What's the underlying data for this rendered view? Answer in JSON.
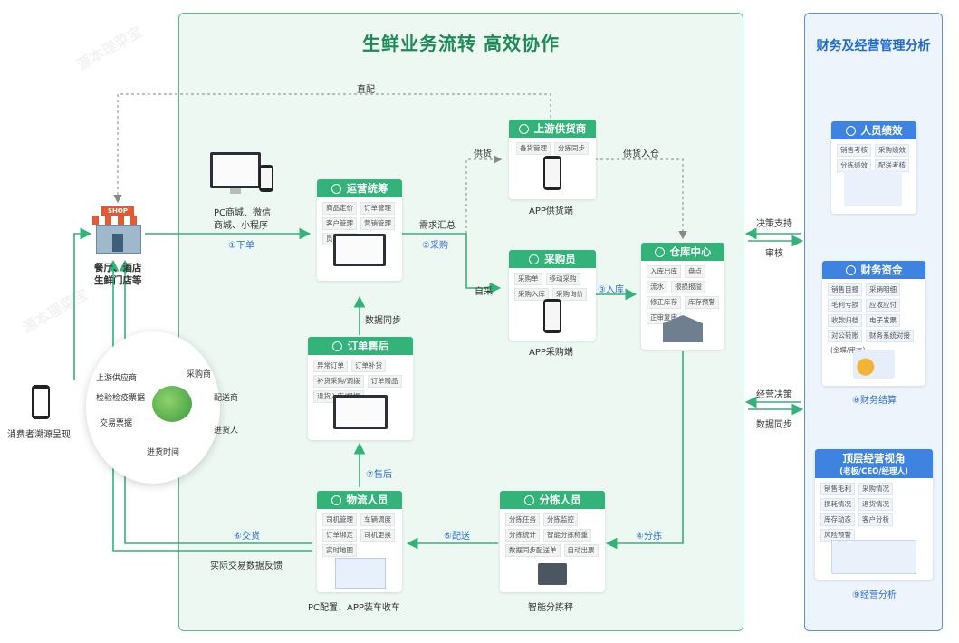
{
  "main_title": "生鲜业务流转  高效协作",
  "right_title": "财务及经营管理分析",
  "shop": {
    "sign": "SHOP",
    "label_line1": "餐厅、酒店",
    "label_line2": "生鲜门店等"
  },
  "pc_mall": {
    "line1": "PC商城、微信",
    "line2": "商城、小程序"
  },
  "consumer": {
    "label": "消费者溯源呈现"
  },
  "trace_circle": {
    "items": [
      "上游供应商",
      "采购商",
      "检验检疫票据",
      "配送商",
      "交易票据",
      "进货人",
      "进货时间"
    ]
  },
  "cards": {
    "ops": {
      "title": "运营统筹",
      "tags": [
        "商品定价",
        "订单管理",
        "客户管理",
        "营销管理",
        "员工权限"
      ]
    },
    "supplier": {
      "title": "上游供货商",
      "tags": [
        "备货管理",
        "分拣同步"
      ],
      "caption": "APP供货端"
    },
    "buyer": {
      "title": "采购员",
      "tags": [
        "采购单",
        "移动采购",
        "采购入库",
        "采购询价"
      ],
      "caption": "APP采购端"
    },
    "warehouse": {
      "title": "仓库中心",
      "tags": [
        "入库出库",
        "盘点",
        "流水",
        "报损报溢",
        "修正库存",
        "库存预警",
        "正审复审"
      ]
    },
    "after_sales": {
      "title": "订单售后",
      "tags": [
        "异常订单",
        "订单补货",
        "补货采购/调拨",
        "订单赠品",
        "退货入库/报损"
      ]
    },
    "logistics": {
      "title": "物流人员",
      "tags": [
        "司机管理",
        "车辆调度",
        "订单绑定",
        "司机更换",
        "实时地图"
      ],
      "caption": "PC配置、APP装车收车"
    },
    "sorting": {
      "title": "分拣人员",
      "tags": [
        "分拣任务",
        "分拣监控",
        "分拣统计",
        "智能分拣称重",
        "数据同步配送单",
        "自动出票"
      ],
      "caption": "智能分拣秤"
    }
  },
  "right_cards": {
    "performance": {
      "title": "人员绩效",
      "tags": [
        "销售考核",
        "采购绩效",
        "分拣绩效",
        "配送考核"
      ]
    },
    "finance": {
      "title": "财务资金",
      "tags": [
        "销售目报",
        "采销明细",
        "毛利亏损",
        "应收应付",
        "收款归档",
        "电子发票",
        "对公转账",
        "财务系统对接",
        "(金蝶/用友)"
      ],
      "caption": "⑧财务结算"
    },
    "top_view": {
      "title": "顶层经营视角",
      "subtitle": "(老板/CEO/经理人)",
      "tags": [
        "销售毛利",
        "采购情况",
        "损耗情况",
        "退货情况",
        "库存动态",
        "客户分析",
        "风险预警"
      ],
      "caption": "⑨经营分析"
    }
  },
  "flow_labels": {
    "direct": "直配",
    "order": "①下单",
    "purchase": "②采购",
    "demand": "需求汇总",
    "supply": "供货",
    "supply_in": "供货入仓",
    "self_buy": "自采",
    "inbound": "③入库",
    "sort": "④分拣",
    "deliver": "⑤配送",
    "handover": "⑥交货",
    "after": "⑦售后",
    "data_sync": "数据同步",
    "feedback": "实际交易数据反馈",
    "decision": "决策支持",
    "audit": "审核",
    "biz_decision": "经营决策",
    "data_sync_right": "数据同步"
  },
  "watermark": "源本理菜宝",
  "colors": {
    "green": "#33b27a",
    "blue": "#3f83e0",
    "panel": "#eef8f3"
  }
}
